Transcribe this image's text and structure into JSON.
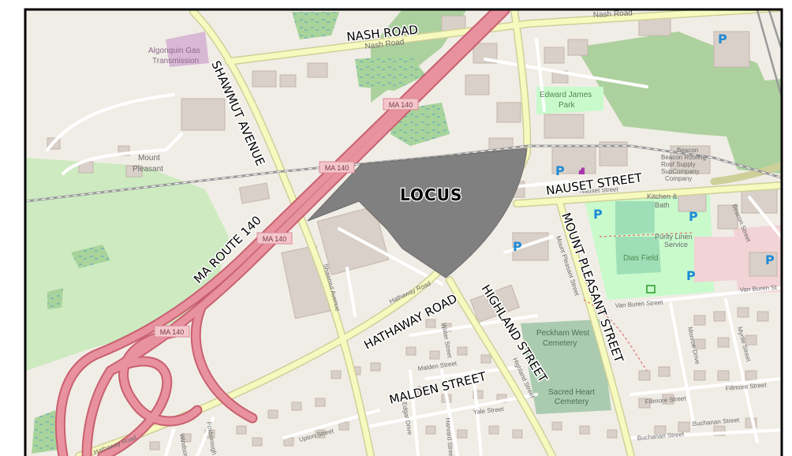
{
  "map": {
    "locus_label": "LOCUS",
    "annotations": {
      "nash_road": "NASH ROAD",
      "shawmut_avenue": "SHAWMUT AVENUE",
      "ma_route_140": "MA ROUTE 140",
      "nauset_street": "NAUSET STREET",
      "hathaway_road": "HATHAWAY ROAD",
      "highland_street": "HIGHLAND STREET",
      "mount_pleasant_street": "MOUNT PLEASANT STREET",
      "malden_street": "MALDEN STREET"
    },
    "base_labels": {
      "nash_road_top": "Nash Road",
      "nash_road_mid": "Nash Road",
      "algonquin": "Algonquin Gas",
      "transmission": "Transmission",
      "edward_james": "Edward James",
      "park": "Park",
      "mount": "Mount",
      "pleasant": "Pleasant",
      "beacon_1": "Beacon",
      "beacon_2": "Beacon Roofing",
      "beacon_3": "Roof Supply",
      "beacon_4": "SupCompany",
      "beacon_5": "Company",
      "nauset_small": "Nauset Street",
      "kitchen_1": "Kitchen &",
      "kitchen_2": "Bath",
      "purity_1": "Purity Linen",
      "purity_2": "Service",
      "dias_field": "Dias Field",
      "beacon_street": "Beacon Street",
      "van_buren_1": "Van Buren Street",
      "van_buren_2": "Van Buren St",
      "mount_pleasant_small": "Mount Pleasant Street",
      "hathaway_small_1": "Hathaway Road",
      "hathaway_small_2": "Hathaway Road",
      "shawmut_small": "Shawmut Avenue",
      "peckham_1": "Peckham West",
      "peckham_2": "Cemetery",
      "sacred_1": "Sacred Heart",
      "sacred_2": "Cemetery",
      "water_street": "Water Street",
      "malden_small": "Malden Street",
      "highland_small": "Highland Street",
      "yale_street": "Yale Street",
      "upton_street": "Upton Street",
      "harvard_street": "Harvard Street",
      "edgar_drive": "Edgar Drive",
      "fillmore_1": "Fillmore Street",
      "fillmore_2": "Fillmore Street",
      "buchanan_1": "Buchanan Street",
      "buchanan_2": "Buchanan Street",
      "monroe_drive": "Monroe Drive",
      "myrtle_street": "Myrtle Street",
      "foxborough": "Foxborough",
      "windsor": "Windsor"
    },
    "shields": {
      "s1": "MA 140",
      "s2": "MA 140",
      "s3": "MA 140",
      "s4": "MA 140"
    },
    "parking_symbol": "P",
    "colors": {
      "background": "#f0ede6",
      "highway": "#e8919f",
      "highway_edge": "#c9606f",
      "secondary_road": "#f7fabf",
      "road_edge": "#cfcf9a",
      "minor_road": "#ffffff",
      "building": "#d9d0c9",
      "wood": "#add19e",
      "park": "#c8facc",
      "cemetery": "#aacbaf",
      "locus": "#808080",
      "railway": "#9a9a9a",
      "parking_blue": "#1f8ad6",
      "border": "#000000"
    }
  }
}
